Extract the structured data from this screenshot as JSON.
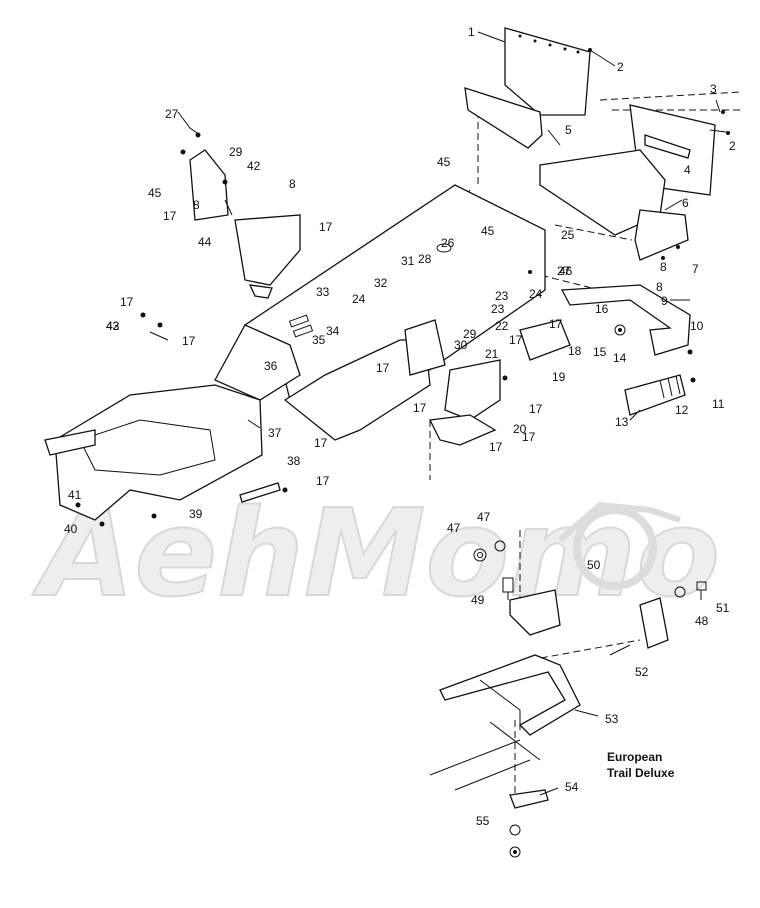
{
  "watermark": {
    "text": "AehMomo"
  },
  "caption": {
    "line1": "European",
    "line2": "Trail Deluxe"
  },
  "callouts": [
    "1",
    "2",
    "2",
    "3",
    "4",
    "5",
    "6",
    "7",
    "8",
    "8",
    "8",
    "8",
    "9",
    "10",
    "11",
    "12",
    "13",
    "14",
    "15",
    "16",
    "17",
    "17",
    "17",
    "17",
    "17",
    "17",
    "17",
    "17",
    "17",
    "17",
    "17",
    "17",
    "17",
    "18",
    "19",
    "20",
    "21",
    "22",
    "23",
    "23",
    "24",
    "24",
    "25",
    "26",
    "27",
    "27",
    "28",
    "29",
    "29",
    "30",
    "31",
    "32",
    "33",
    "34",
    "35",
    "36",
    "37",
    "38",
    "39",
    "40",
    "41",
    "42",
    "42",
    "43",
    "44",
    "45",
    "45",
    "45",
    "46",
    "47",
    "47",
    "48",
    "49",
    "50",
    "51",
    "52",
    "53",
    "54",
    "55"
  ]
}
